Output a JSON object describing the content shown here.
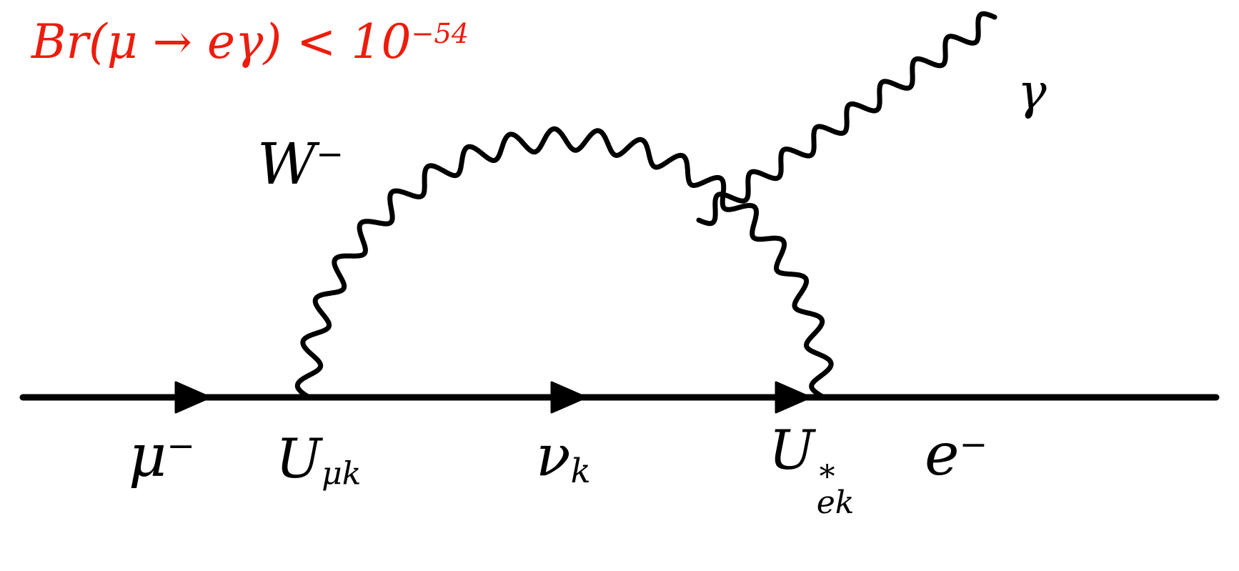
{
  "colors": {
    "background": "#ffffff",
    "line": "#000000",
    "annotation_red": "#ed1c0c"
  },
  "annotation": {
    "main": "Br(μ → eγ) < 10",
    "exponent": "−54"
  },
  "labels": {
    "w_boson": {
      "base": "W",
      "charge": "−"
    },
    "photon": {
      "symbol": "γ"
    },
    "muon": {
      "base": "μ",
      "charge": "−"
    },
    "mixing_in": {
      "base": "U",
      "sub": "μk"
    },
    "neutrino": {
      "base": "ν",
      "sub": "k"
    },
    "mixing_out": {
      "base": "U",
      "sup": "∗",
      "sub": "ek"
    },
    "electron": {
      "base": "e",
      "charge": "−"
    }
  }
}
